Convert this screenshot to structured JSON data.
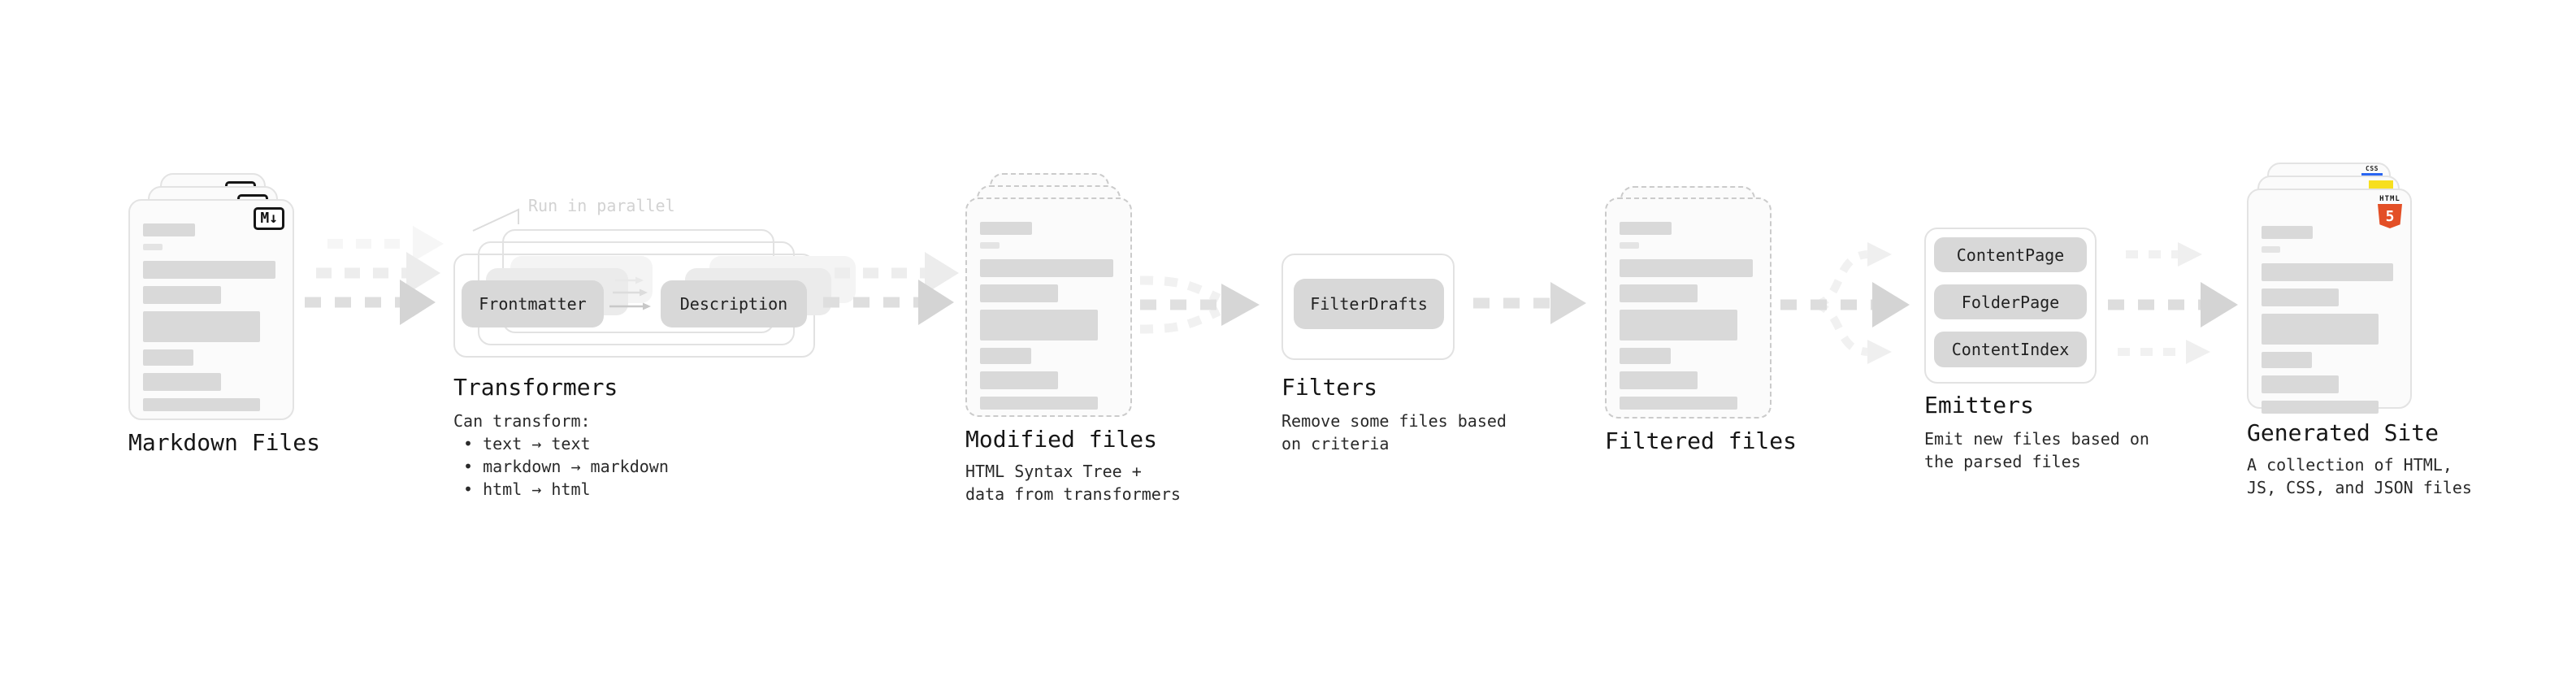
{
  "sections": {
    "markdown_files": {
      "label": "Markdown Files"
    },
    "transformers": {
      "label": "Transformers",
      "annotation": "Run in parallel",
      "pill_from": "Frontmatter",
      "pill_to": "Description",
      "desc_title": "Can transform:",
      "bullets": [
        "• text → text",
        "• markdown → markdown",
        "• html → html"
      ]
    },
    "modified_files": {
      "label": "Modified files",
      "desc_line1": "HTML Syntax Tree +",
      "desc_line2": "data from transformers"
    },
    "filters": {
      "label": "Filters",
      "pill": "FilterDrafts",
      "desc_line1": "Remove some files based",
      "desc_line2": "on criteria"
    },
    "filtered_files": {
      "label": "Filtered files"
    },
    "emitters": {
      "label": "Emitters",
      "pills": [
        "ContentPage",
        "FolderPage",
        "ContentIndex"
      ],
      "desc_line1": "Emit new files based on",
      "desc_line2": "the parsed files"
    },
    "generated_site": {
      "label": "Generated Site",
      "desc_line1": "A collection of HTML,",
      "desc_line2": "JS, CSS, and JSON files"
    }
  },
  "badges": {
    "markdown": "M↓",
    "html_label": "HTML",
    "html_number": "5",
    "css": "CSS"
  },
  "colors": {
    "html5_orange": "#e34f26",
    "js_yellow": "#f7df1e",
    "css_blue": "#2965f1",
    "arrow_gray": "#d4d4d4",
    "pill_gray": "#d8d8d8"
  }
}
